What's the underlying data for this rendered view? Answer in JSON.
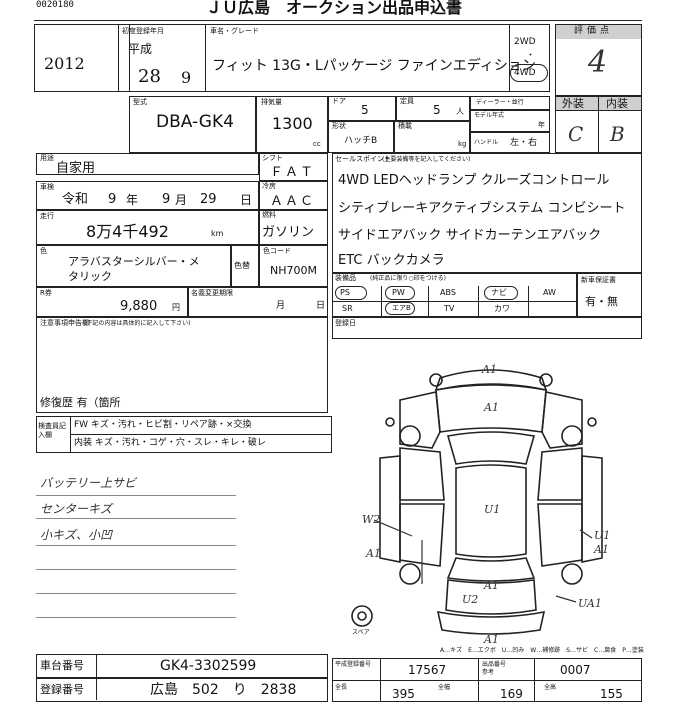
{
  "header": {
    "serial": "0020180",
    "title": "ＪＵ広島　オークション出品申込書"
  },
  "first_reg": {
    "label": "初度登録年月",
    "era": "平成",
    "year": "28",
    "month": "9",
    "year_written": "2012"
  },
  "model_name": {
    "label": "車名・グレード",
    "value": "フィット 13G・Lパッケージ ファインエディション"
  },
  "drive": {
    "two": "2WD",
    "dot": "・",
    "four": "4WD"
  },
  "rating": {
    "label": "評価点",
    "value": "4"
  },
  "type_code": {
    "label": "型式",
    "value": "DBA-GK4"
  },
  "displacement": {
    "label": "排気量",
    "value": "1300",
    "unit": "cc"
  },
  "doors": {
    "label": "ドア",
    "value": "5"
  },
  "capacity": {
    "label": "定員",
    "value": "5",
    "unit": "人"
  },
  "dealer": {
    "label": "ディーラー・並行"
  },
  "body_form": {
    "label": "形状",
    "value": "ハッチB"
  },
  "load": {
    "label": "積載",
    "unit": "kg"
  },
  "model_year": {
    "label": "モデル年式",
    "unit": "年"
  },
  "handle": {
    "label": "ハンドル",
    "value": "左・右"
  },
  "ext_int": {
    "ext_label": "外装",
    "int_label": "内装",
    "ext_value": "C",
    "int_value": "B"
  },
  "usage": {
    "label": "用途",
    "value": "自家用"
  },
  "shift": {
    "label": "シフト",
    "value": "ＦＡＴ"
  },
  "inspection": {
    "label": "車検",
    "era": "令和",
    "year": "9",
    "year_unit": "年",
    "month": "9",
    "month_unit": "月",
    "day": "29",
    "day_unit": "日"
  },
  "aircon": {
    "label": "冷房",
    "value": "ＡＡＣ"
  },
  "mileage": {
    "label": "走行",
    "value": "8万4千492",
    "unit": "km"
  },
  "fuel": {
    "label": "燃料",
    "value": "ガソリン"
  },
  "color": {
    "label": "色",
    "value_line1": "アラバスターシルバー・メ",
    "value_line2": "タリック",
    "paint_label": "色替",
    "code_label": "色コード",
    "code_value": "NH700M"
  },
  "recycle": {
    "label": "R券",
    "value": "9,880",
    "unit": "円",
    "date_label": "名義変更期限",
    "month_unit": "月",
    "day_unit": "日"
  },
  "notes": {
    "label": "注意事項申告欄",
    "hint": "(下記の内容は具体的に記入して下さい)",
    "history": "修復歴 有（箇所"
  },
  "selling_points": {
    "label": "セールスポイント",
    "hint": "(主要装備等を記入してください)",
    "lines": [
      "4WD LEDヘッドランプ クルーズコントロール",
      "シティブレーキアクティブシステム コンビシート",
      "サイドエアバック サイドカーテンエアバック",
      "ETC バックカメラ"
    ]
  },
  "equipment": {
    "label": "装備品",
    "hint": "(純正品に限り○印をつける)",
    "row1": [
      "PS",
      "PW",
      "ABS",
      "ナビ",
      "AW"
    ],
    "row2": [
      "SR",
      "エアB",
      "TV",
      "カワ"
    ],
    "new_car_label": "新車保証書",
    "new_car_value": "有・無"
  },
  "reg_date": {
    "label": "登録日"
  },
  "defects": {
    "check_label": "検査員記入欄",
    "row1": "FW キズ・汚れ・ヒビ割・リペア跡・×交換",
    "row2": "内装 キズ・汚れ・コゲ・穴・スレ・キレ・破レ"
  },
  "handwritten": {
    "line1": "バッテリー上サビ",
    "line2": "センターキズ",
    "line3": "小キズ、小凹"
  },
  "diagram_marks": {
    "hood_front": "A1",
    "hood": "A1",
    "roof": "U1",
    "left_side": "W2",
    "left_rear": "A1",
    "right_front": "U1",
    "right_rear": "A1",
    "trunk": "A1",
    "rear_bumper_area": "U2",
    "right_rear_corner": "UA1",
    "rear": "A1",
    "spare": "スペア"
  },
  "legend": "A…キズ　E…エクボ　U…凹み　W…補修跡　S…サビ　C…腐食　P…塗装",
  "chassis": {
    "label": "車台番号",
    "value": "GK4-3302599"
  },
  "plate": {
    "label": "登録番号",
    "value": "広島　502　り　2838"
  },
  "bottom_right": {
    "label1": "平成登録番号",
    "value1": "17567",
    "label2": "出品番号",
    "value2": "0007",
    "label3": "全長",
    "value3": "395",
    "label4": "全幅",
    "value4": "169",
    "label5": "全高",
    "value5": "155",
    "label6": "参考"
  }
}
